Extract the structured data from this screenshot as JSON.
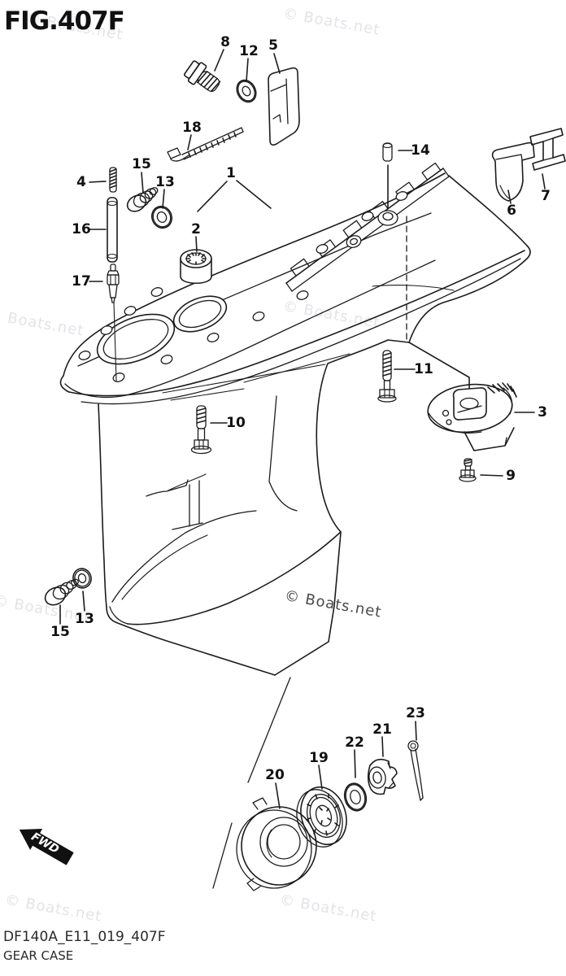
{
  "title": "FIG.407F",
  "watermark_text": "© Boats.net",
  "fwd_label": "FWD",
  "footer": {
    "code": "DF140A_E11_019_407F",
    "name": "GEAR CASE"
  },
  "diagram": {
    "subject": "gear-case-exploded-view",
    "line_color": "#1c1c1c",
    "watermark_light_color": "#e3e3ea",
    "watermark_dark_color": "#4a4a4a"
  },
  "callouts": [
    "1",
    "2",
    "3",
    "4",
    "5",
    "6",
    "7",
    "8",
    "9",
    "10",
    "11",
    "12",
    "13",
    "13",
    "14",
    "15",
    "15",
    "16",
    "17",
    "18",
    "19",
    "20",
    "21",
    "22",
    "23"
  ]
}
